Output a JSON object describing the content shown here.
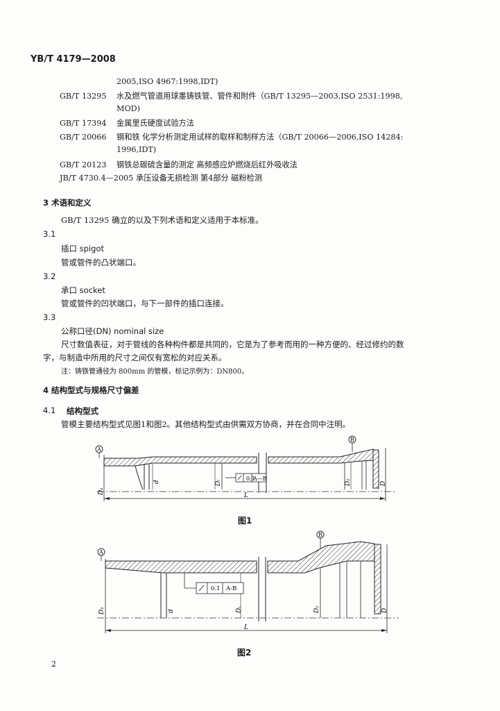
{
  "header": {
    "standard_no": "YB/T 4179—2008"
  },
  "references": [
    {
      "code": "",
      "text": "2005,ISO 4967:1998,IDT)"
    },
    {
      "code": "GB/T 13295",
      "text": "水及燃气管道用球墨铸铁管、管件和附件（GB/T 13295—2003,ISO 2531:1998,",
      "cont": "MOD)"
    },
    {
      "code": "GB/T 17394",
      "text": "金属里氏硬度试验方法"
    },
    {
      "code": "GB/T 20066",
      "text": "钢和铁  化学分析测定用试样的取样和制样方法（GB/T 20066—2006,ISO 14284:",
      "cont": "1996,IDT)"
    },
    {
      "code": "GB/T 20123",
      "text": "钢铁总碳硫含量的测定 高频感应炉燃烧后红外吸收法"
    },
    {
      "code": "JB/T 4730.4—2005",
      "text": "承压设备无损检测  第4部分  磁粉检测"
    }
  ],
  "section3": {
    "heading": "3  术语和定义",
    "intro": "GB/T 13295 确立的以及下列术语和定义适用于本标准。",
    "terms": [
      {
        "num": "3.1",
        "term": "插口 spigot",
        "def": "管或管件的凸状端口。"
      },
      {
        "num": "3.2",
        "term": "承口 socket",
        "def": "管或管件的凹状端口，与下一部件的插口连接。"
      },
      {
        "num": "3.3",
        "term": "公称口径(DN) nominal size",
        "def_line1": "尺寸数值表征，对于管线的各种构件都是共同的，它是为了参考而用的一种方便的、经过修约的数",
        "def_line2": "字，与制造中所用的尺寸之间仅有宽松的对应关系。",
        "note": "注：铸铁管通径为 800mm 的管模，标记示例为：DN800。"
      }
    ]
  },
  "section4": {
    "heading": "4  结构型式与规格尺寸偏差",
    "sub_num": "4.1",
    "sub_title": "结构型式",
    "para": "管模主要结构型式见图1和图2。其他结构型式由供需双方协商，并在合同中注明。"
  },
  "figure1": {
    "caption": "图1",
    "datum_a": "A",
    "datum_b": "B",
    "tolerance": "0.1",
    "tolerance_ref": "A—B",
    "labels": {
      "D1": "D₁",
      "d": "d",
      "Di": "Dᵢ",
      "D2": "D₂",
      "D": "D",
      "L": "L"
    }
  },
  "figure2": {
    "caption": "图2",
    "datum_a": "A",
    "datum_b": "B",
    "tolerance": "0.1",
    "tolerance_ref": "A-B",
    "labels": {
      "D1": "D₁",
      "d": "d",
      "Di": "Dᵢ",
      "D2": "D₂",
      "D": "D",
      "L": "L"
    }
  },
  "page": {
    "number": "2"
  }
}
